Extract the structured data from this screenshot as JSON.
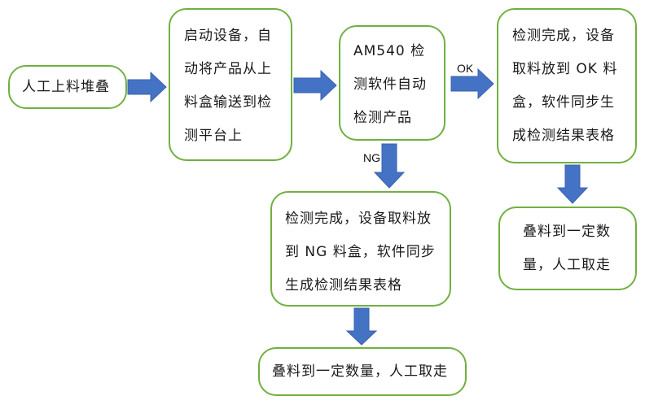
{
  "nodes": {
    "manual_stack": "人工上料堆叠",
    "start_device": "启动设备，自\n动将产品从上\n料盒输送到检\n测平台上",
    "auto_inspect": "AM540 检\n测软件自动\n检测产品",
    "ok_result": "检测完成，设备\n取料放到 OK 料\n盒，软件同步生\n成检测结果表格",
    "ng_result": "检测完成，设备取料放\n到 NG 料盒，软件同步\n生成检测结果表格",
    "ok_remove": "叠料到一定数\n量，人工取走",
    "ng_remove": "叠料到一定数量，人工取走"
  },
  "edge_labels": {
    "ok": "OK",
    "ng": "NG"
  },
  "colors": {
    "border": "#70b040",
    "arrow": "#4472c4"
  }
}
